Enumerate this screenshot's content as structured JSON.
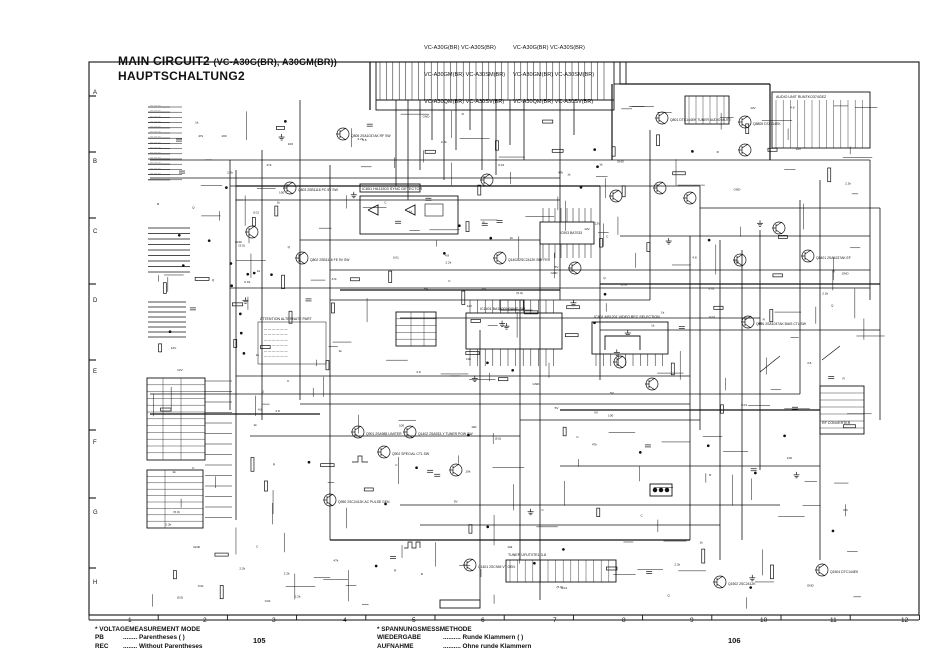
{
  "title": {
    "line1_main": "MAIN CIRCUIT2",
    "line1_sub": "(VC-A30G(BR), A30GM(BR))",
    "line2": "HAUPTSCHALTUNG2"
  },
  "models": {
    "left": [
      "VC-A30G(BR) VC-A30S(BR)",
      "VC-A30GM(BR) VC-A30SM(BR)",
      "VC-A30QM(BR) VC-A30SV(BR)"
    ],
    "right": [
      "VC-A30G(BR) VC-A30S(BR)",
      "VC-A30GM(BR) VC-A30SM(BR)",
      "VC-A30QM(BR) VC-A30SV(BR)"
    ]
  },
  "row_labels": [
    "A",
    "B",
    "C",
    "D",
    "E",
    "F",
    "G",
    "H"
  ],
  "column_labels": [
    "1",
    "2",
    "3",
    "4",
    "5",
    "6",
    "7",
    "8",
    "9",
    "10",
    "11",
    "12"
  ],
  "footer": {
    "left_heading": "* VOLTAGEMEASUREMENT MODE",
    "left_pb_key": "PB",
    "left_pb_val": "Parentheses (  )",
    "left_rec_key": "REC",
    "left_rec_val": "Without Parentheses",
    "right_heading": "* SPANNUNGSMESSMETHODE",
    "right_pb_key": "WIEDERGABE",
    "right_pb_val": "Runde Klammern (  )",
    "right_rec_key": "AUFNAHME",
    "right_rec_val": "Ohne runde Klammern"
  },
  "page_numbers": {
    "left": "105",
    "right": "106"
  },
  "component_labels": {
    "ic_sync": "IC801 HA11503 SYNC DETECTOR",
    "ic_mute": "IC903 BA7033",
    "ic_video_sel": "IC801 M51201 VIDEO REC SELECTION",
    "ic_band": "IC1401 BA15009 BAND SW",
    "q_tuner": "Q801 DTC144EK TUNER AUDIO MUTE",
    "q_rf": "Q805 2SA1037AK RF SW",
    "q_pc": "Q803 2SB1116 PC 5V SW",
    "q_fe": "Q802 2SB1116 FE 9V SW",
    "q_limiter": "Q901 2SA988 LIMITER",
    "q_spec": "Q902 SPECIAL CTL SW",
    "q_pulse": "Q950 2SC2412K AC PULSE GEN",
    "q_tuner_pow": "Q1402 2SA933-Y TUNER POW SW",
    "q_vt": "Q1401 2SC945 VT GEN",
    "q_buffer": "Q1402 2SC2412K BUFFER",
    "q_bias": "Q801 2SA1037AK BIAS CTL SW",
    "q_ef": "Q8401 2SA1037AK EF",
    "q_audio_mute": "Q8805 DTA114EK",
    "q_audio_rec": "Q8804 DTC144EK",
    "q_1502": "Q1502 2SC2412K",
    "q_1504": "Q1504 DTC144EK",
    "tuner_unit": "TUNER UFUT0TE1-3-8",
    "audio_unit": "AUDIO UNIT  RUNTKO374GEZ",
    "rf_converter": "RF CONVERTER",
    "attention": "ATTENTION ALTERNATE PART",
    "vt_only": "VT ONLY",
    "jack": "JACK"
  },
  "colors": {
    "ink": "#111111",
    "paper": "#ffffff"
  }
}
